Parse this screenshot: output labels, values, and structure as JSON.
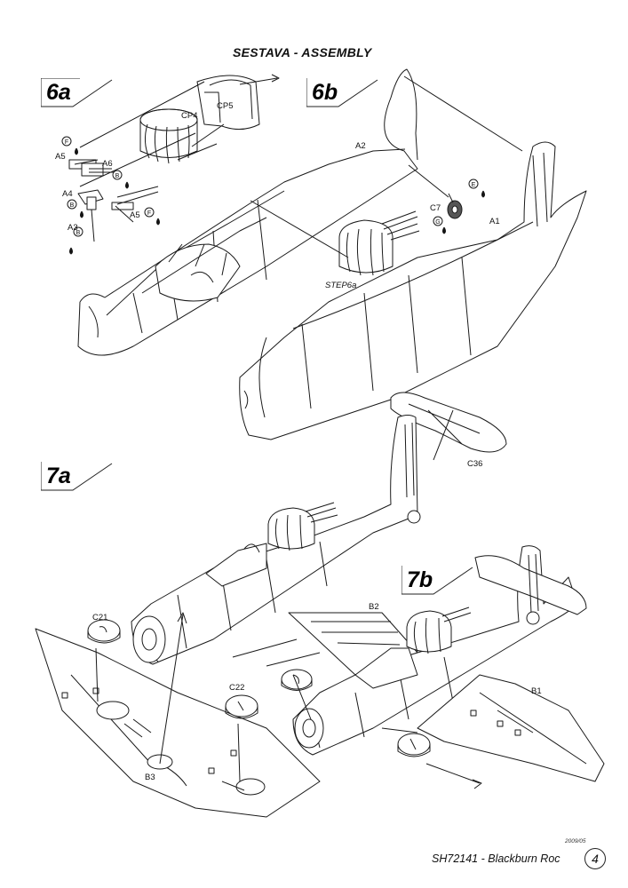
{
  "title": "SESTAVA - ASSEMBLY",
  "steps": {
    "s6a": "6a",
    "s6b": "6b",
    "s7a": "7a",
    "s7b": "7b"
  },
  "parts": {
    "cp4": "CP4",
    "cp5": "CP5",
    "a5_top": "A5",
    "a6": "A6",
    "a4": "A4",
    "a3": "A3",
    "a5_bot": "A5",
    "a2": "A2",
    "a1": "A1",
    "c7": "C7",
    "step6a_ref": "STEP6a",
    "c36": "C36",
    "c21": "C21",
    "c22": "C22",
    "b1": "B1",
    "b2": "B2",
    "b3": "B3"
  },
  "paint": {
    "f1": "F",
    "b1": "B",
    "b2": "B",
    "b3": "B",
    "f2": "F",
    "e": "E",
    "g": "G"
  },
  "footer": {
    "date": "2009/05",
    "product": "SH72141 - Blackburn Roc",
    "page": "4"
  }
}
